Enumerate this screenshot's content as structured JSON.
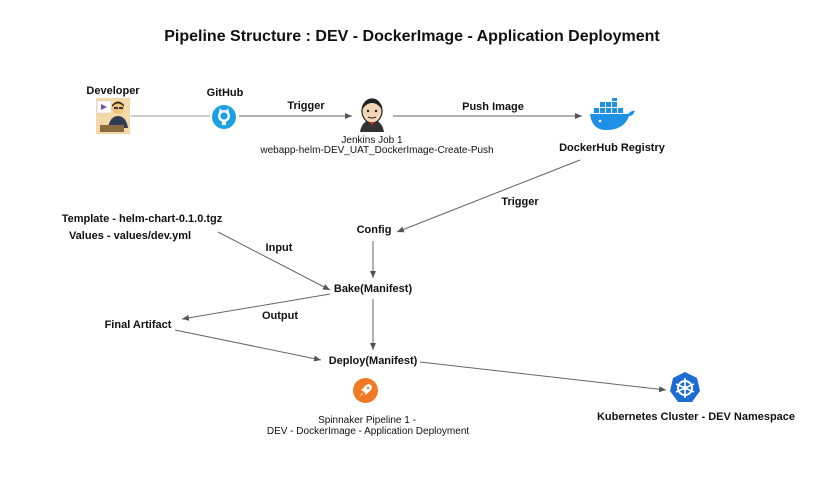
{
  "title": "Pipeline Structure :   DEV - DockerImage - Application Deployment",
  "nodes": {
    "developer": "Developer",
    "github": "GitHub",
    "jenkins_line1": "Jenkins Job 1",
    "jenkins_line2": "webapp-helm-DEV_UAT_DockerImage-Create-Push",
    "dockerhub": "DockerHub Registry",
    "template": "Template - helm-chart-0.1.0.tgz",
    "values": "Values - values/dev.yml",
    "config": "Config",
    "bake": "Bake(Manifest)",
    "final_artifact": "Final Artifact",
    "deploy": "Deploy(Manifest)",
    "spinnaker_line1": "Spinnaker Pipeline 1 -",
    "spinnaker_line2": "DEV - DockerImage - Application Deployment",
    "kubernetes": "Kubernetes Cluster - DEV Namespace"
  },
  "edges": {
    "trigger_github_jenkins": "Trigger",
    "push_image": "Push Image",
    "trigger_registry_config": "Trigger",
    "input": "Input",
    "output": "Output"
  },
  "icons": {
    "developer": "developer-icon",
    "github": "github-icon",
    "jenkins": "jenkins-icon",
    "docker": "docker-icon",
    "spinnaker": "spinnaker-icon",
    "kubernetes": "kubernetes-icon"
  },
  "colors": {
    "github": "#1ba1e2",
    "docker": "#1d91e6",
    "spinnaker": "#f07a23",
    "kubernetes": "#1e6bd6",
    "arrow": "#666666"
  }
}
